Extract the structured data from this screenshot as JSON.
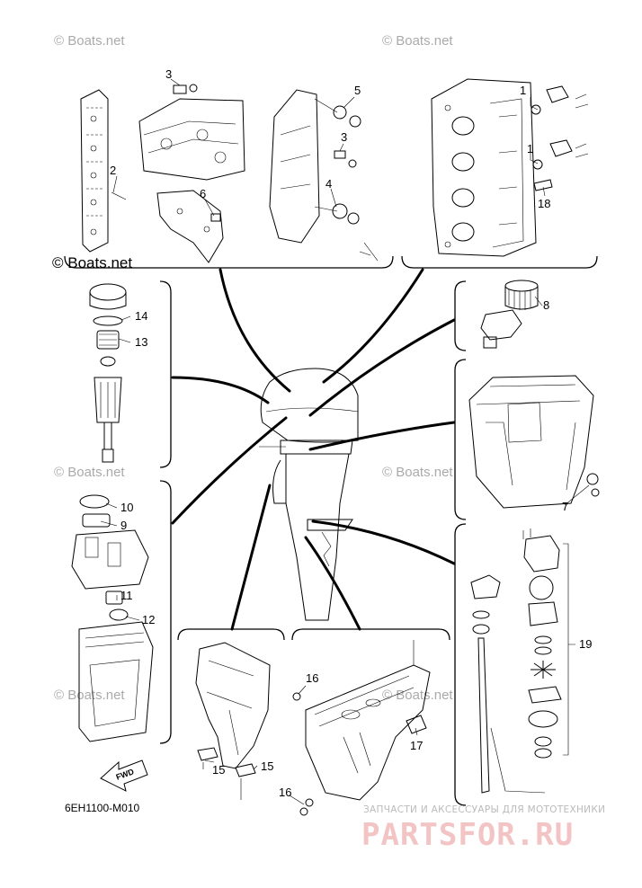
{
  "watermarks": {
    "boats_net": "© Boats.net",
    "boats_net_main": "© Boats.net"
  },
  "diagram_code": "6EH1100-M010",
  "fwd_label": "FWD",
  "partsfor": {
    "tagline": "ЗАПЧАСТИ И АКСЕССУАРЫ ДЛЯ МОТОТЕХНИКИ",
    "brand": "PARTSFOR.RU"
  },
  "callouts": {
    "c1a": "1",
    "c1b": "1",
    "c2": "2",
    "c3a": "3",
    "c3b": "3",
    "c4": "4",
    "c5": "5",
    "c6": "6",
    "c7": "7",
    "c8": "8",
    "c9": "9",
    "c10": "10",
    "c11": "11",
    "c12": "12",
    "c13": "13",
    "c14": "14",
    "c15a": "15",
    "c15b": "15",
    "c16a": "16",
    "c16b": "16",
    "c17": "17",
    "c18": "18",
    "c19": "19"
  }
}
